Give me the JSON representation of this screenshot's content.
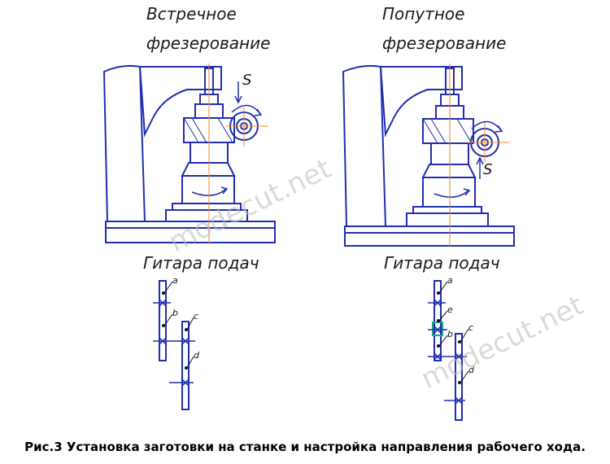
{
  "left_panel": {
    "title_line1": "Встречное",
    "title_line2": "фрезерование",
    "feed_label": "S",
    "guitar_label": "Гитара подач",
    "gear_labels": [
      "a",
      "b",
      "c",
      "d"
    ]
  },
  "right_panel": {
    "title_line1": "Попутное",
    "title_line2": "фрезерование",
    "feed_label": "S",
    "guitar_label": "Гитара подач",
    "gear_labels": [
      "a",
      "e",
      "b",
      "c",
      "d"
    ]
  },
  "watermark": "modecut.net",
  "caption": "Рис.3 Установка заготовки на станке и настройка направления рабочего хода.",
  "colors": {
    "blue": "#1f2fb0",
    "orange": "#f08a24",
    "teal": "#1fa58a",
    "black": "#111111"
  }
}
